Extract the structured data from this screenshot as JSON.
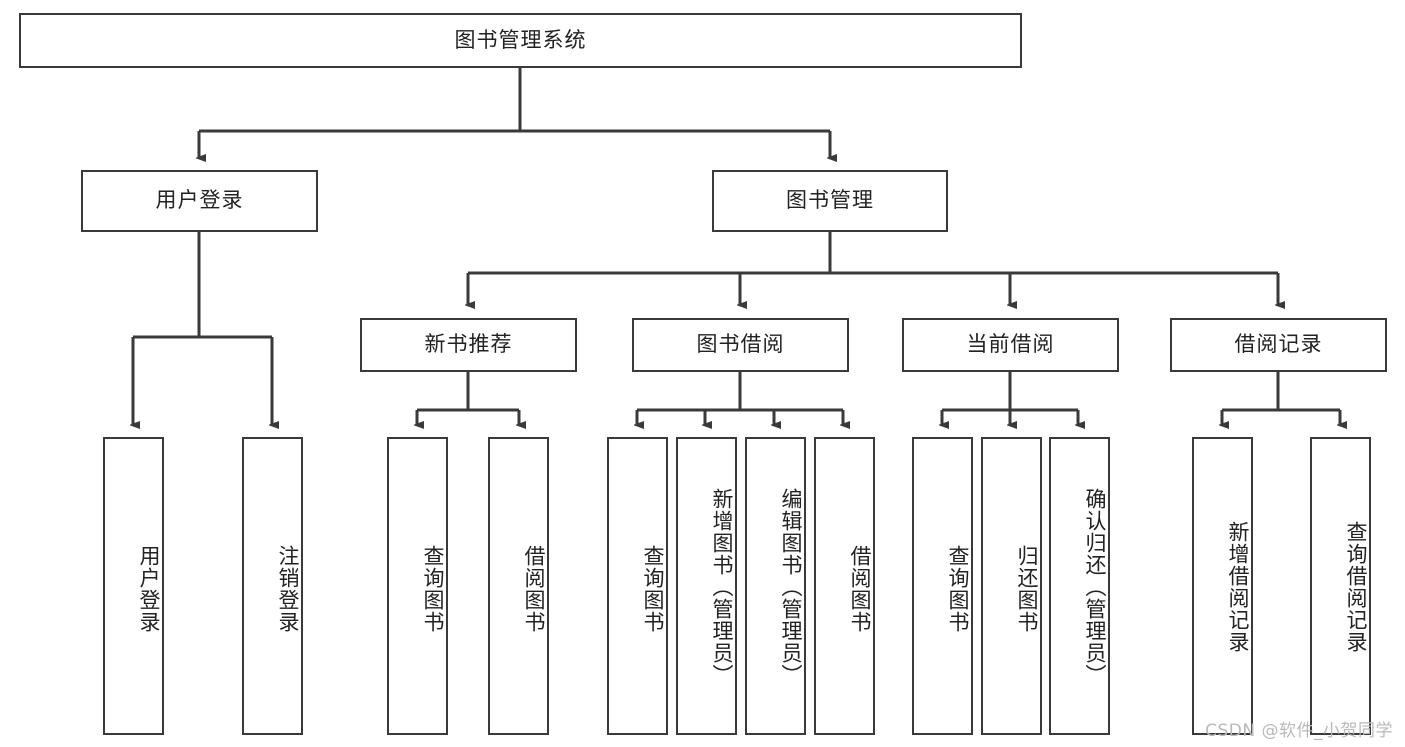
{
  "diagram": {
    "type": "tree",
    "title": "图书管理系统",
    "root": {
      "label": "图书管理系统"
    },
    "level1": [
      {
        "label": "用户登录"
      },
      {
        "label": "图书管理"
      }
    ],
    "level2": [
      {
        "label": "新书推荐"
      },
      {
        "label": "图书借阅"
      },
      {
        "label": "当前借阅"
      },
      {
        "label": "借阅记录"
      }
    ],
    "leaves": {
      "user_login": [
        {
          "label": "用户登录"
        },
        {
          "label": "注销登录"
        }
      ],
      "new_book_recommend": [
        {
          "label": "查询图书"
        },
        {
          "label": "借阅图书"
        }
      ],
      "book_borrow": [
        {
          "label": "查询图书"
        },
        {
          "label": "新增图书（管理员）"
        },
        {
          "label": "编辑图书（管理员）"
        },
        {
          "label": "借阅图书"
        }
      ],
      "current_borrow": [
        {
          "label": "查询图书"
        },
        {
          "label": "归还图书"
        },
        {
          "label": "确认归还（管理员）"
        }
      ],
      "borrow_record": [
        {
          "label": "新增借阅记录"
        },
        {
          "label": "查询借阅记录"
        }
      ]
    }
  },
  "watermark": {
    "text": "CSDN @软件_小贺同学"
  },
  "colors": {
    "stroke": "#3a3a3a",
    "fill": "#ffffff",
    "text": "#222222",
    "watermark": "#b9b9b9"
  }
}
